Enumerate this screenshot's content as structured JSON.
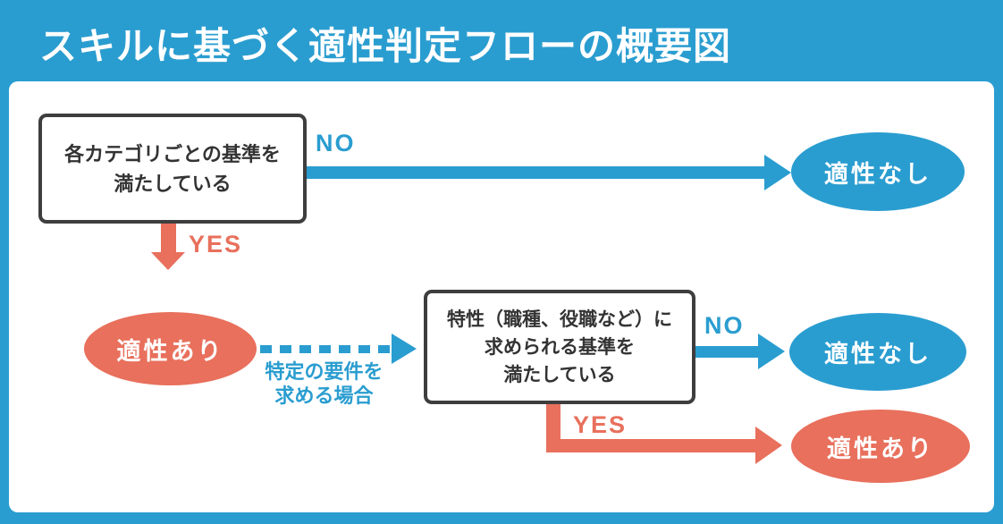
{
  "title": "スキルに基づく適性判定フローの概要図",
  "colors": {
    "blue": "#2A9DD0",
    "red": "#E8705C",
    "box_border": "#3E3E3E",
    "box_text": "#333333",
    "panel_bg": "#FFFFFF",
    "label_white": "#FFFFFF"
  },
  "nodes": {
    "box1": {
      "lines": [
        "各カテゴリごとの基準を",
        "満たしている"
      ]
    },
    "box2": {
      "lines": [
        "特性（職種、役職など）に",
        "求められる基準を",
        "満たしている"
      ]
    },
    "ellipse_no_top": "適性なし",
    "ellipse_yes_left": "適性あり",
    "ellipse_no_mid": "適性なし",
    "ellipse_yes_bottom": "適性あり"
  },
  "edges": {
    "no_top": "NO",
    "yes_left": "YES",
    "no_mid": "NO",
    "yes_bottom": "YES",
    "dashed_condition": {
      "lines": [
        "特定の要件を",
        "求める場合"
      ]
    }
  }
}
